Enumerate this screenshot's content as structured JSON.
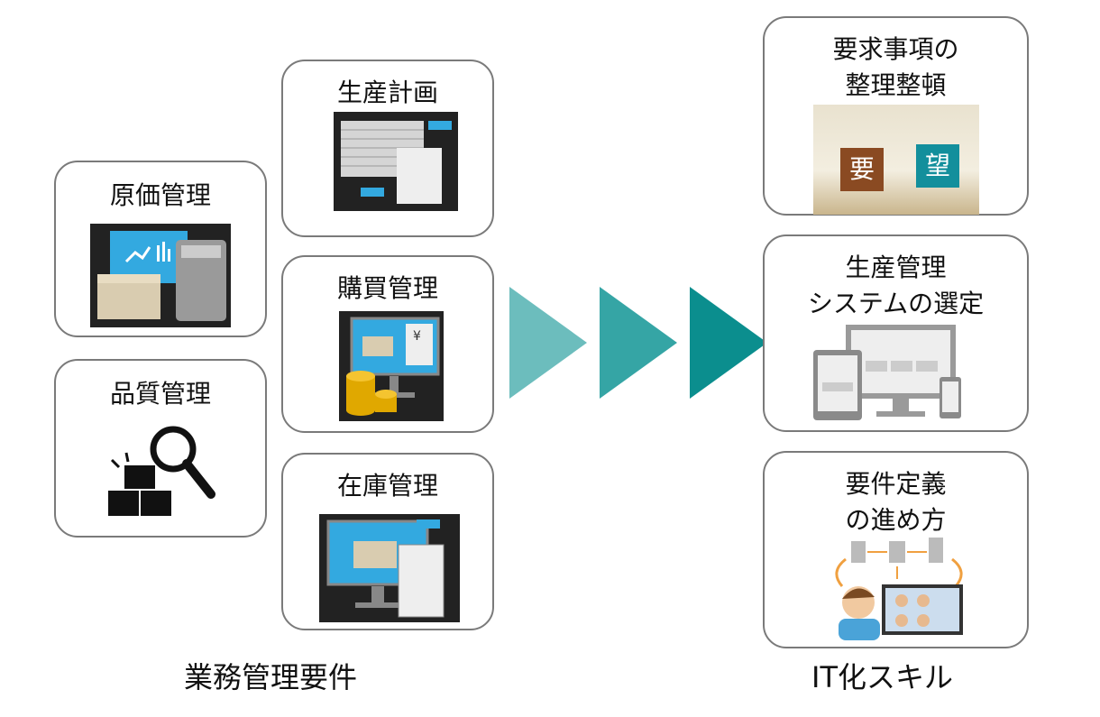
{
  "left_group": {
    "label": "業務管理要件",
    "items": [
      {
        "title": "原価管理",
        "icon": "cost-chart-calculator-icon"
      },
      {
        "title": "品質管理",
        "icon": "quality-inspection-magnifier-icon"
      },
      {
        "title": "生産計画",
        "icon": "production-schedule-icon"
      },
      {
        "title": "購買管理",
        "icon": "purchase-yen-coins-icon"
      },
      {
        "title": "在庫管理",
        "icon": "inventory-monitor-clipboard-icon"
      }
    ]
  },
  "arrows": {
    "colors": [
      "#6cbdbd",
      "#35a5a5",
      "#0b8e8e"
    ]
  },
  "right_group": {
    "label": "IT化スキル",
    "items": [
      {
        "title_line1": "要求事項の",
        "title_line2": "整理整頓",
        "block1": "要",
        "block2": "望"
      },
      {
        "title_line1": "生産管理",
        "title_line2": "システムの選定"
      },
      {
        "title_line1": "要件定義",
        "title_line2": "の進め方"
      }
    ]
  }
}
